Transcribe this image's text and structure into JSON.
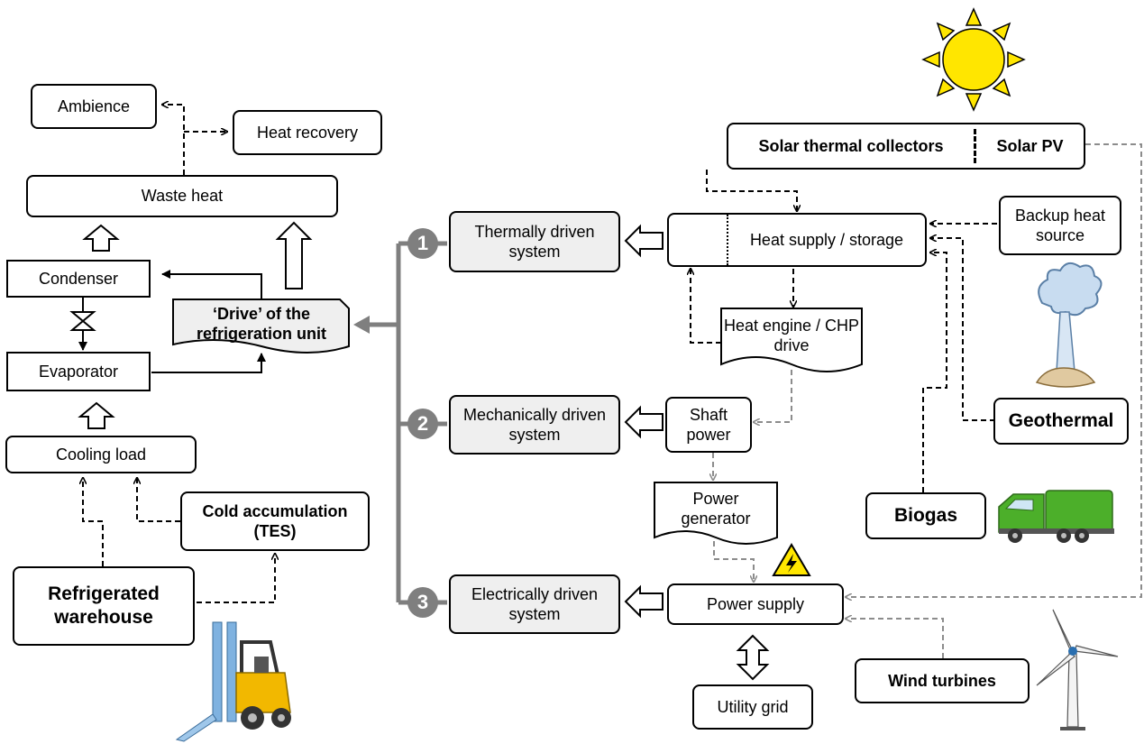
{
  "nodes": {
    "ambience": "Ambience",
    "heat_recovery": "Heat recovery",
    "waste_heat": "Waste heat",
    "condenser": "Condenser",
    "evaporator": "Evaporator",
    "drive": "‘Drive’ of the refrigeration unit",
    "cooling_load": "Cooling load",
    "cold_accumulation": "Cold accumulation (TES)",
    "refrigerated_warehouse": "Refrigerated warehouse",
    "thermal_system": "Thermally driven system",
    "mechanical_system": "Mechanically driven system",
    "electrical_system": "Electrically driven system",
    "solar_thermal": "Solar thermal collectors",
    "solar_pv": "Solar PV",
    "heat_supply": "Heat supply / storage",
    "backup_heat": "Backup heat source",
    "heat_engine": "Heat engine / CHP drive",
    "shaft_power": "Shaft power",
    "power_generator": "Power generator",
    "power_supply": "Power supply",
    "utility_grid": "Utility grid",
    "geothermal": "Geothermal",
    "biogas": "Biogas",
    "wind_turbines": "Wind turbines"
  },
  "routes": [
    "1",
    "2",
    "3"
  ],
  "colors": {
    "trunk": "#7f7f7f",
    "gray_dash": "#8c8c8c",
    "system_fill": "#efefef",
    "sun": "#ffe600",
    "truck": "#4caf2a",
    "forklift": "#f2b800"
  },
  "icons": [
    "sun-icon",
    "geyser-icon",
    "garbage-truck-icon",
    "wind-turbine-icon",
    "forklift-icon",
    "high-voltage-warning-icon",
    "expansion-valve-icon"
  ]
}
